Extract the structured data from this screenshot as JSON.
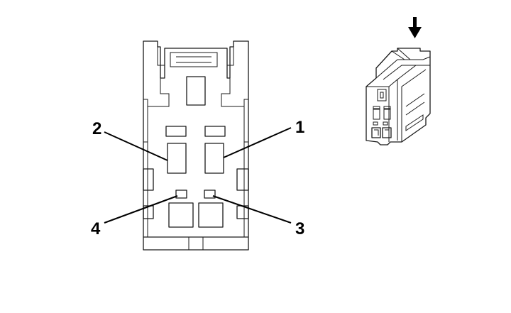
{
  "diagram": {
    "pins": [
      {
        "id": "pin-1",
        "label": "1"
      },
      {
        "id": "pin-2",
        "label": "2"
      },
      {
        "id": "pin-3",
        "label": "3"
      },
      {
        "id": "pin-4",
        "label": "4"
      }
    ]
  },
  "colors": {
    "line": "#1a1a1a",
    "background": "#ffffff"
  },
  "icons": {
    "direction": "down-arrow-icon"
  }
}
